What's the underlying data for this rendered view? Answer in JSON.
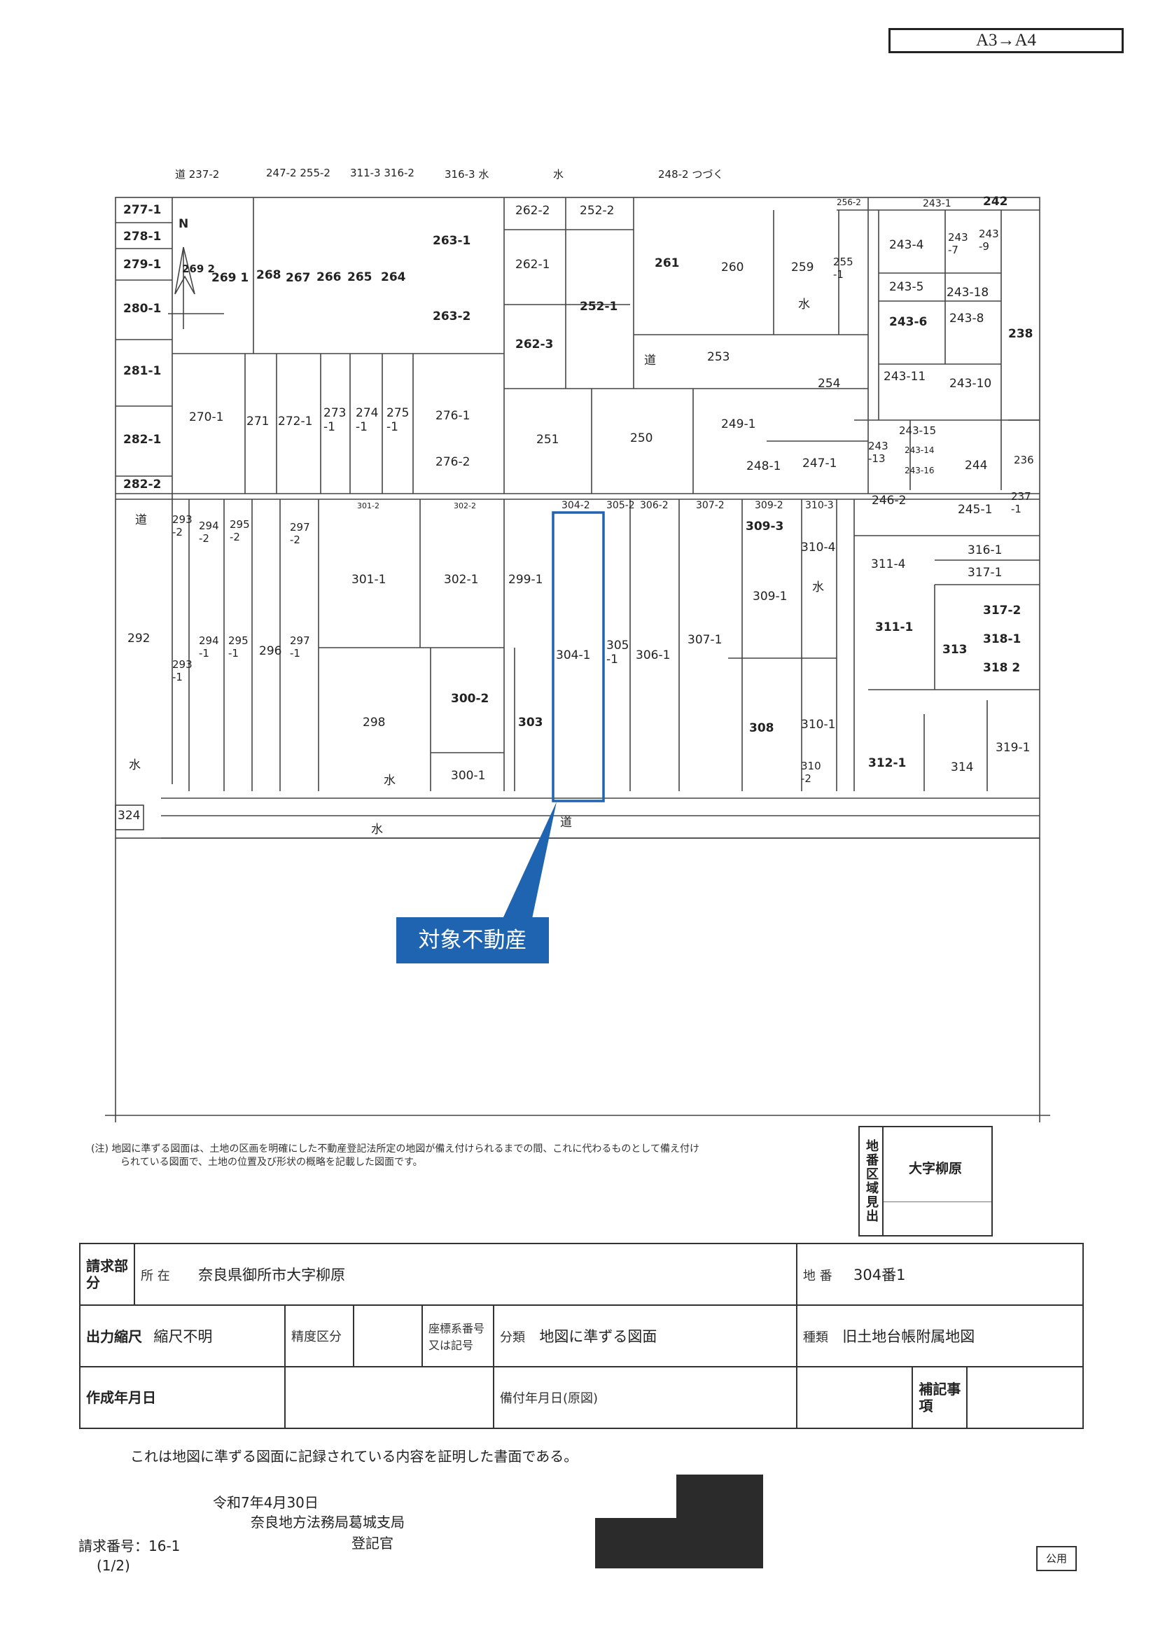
{
  "header": {
    "scale_note": "A3→A4"
  },
  "map": {
    "north_label": "N",
    "subject_label": "対象不動産",
    "top_strip": [
      "道 237-2",
      "247-2 255-2",
      "311-3 316-2",
      "316-3 水",
      "水",
      "248-2 つづく"
    ],
    "parcels": [
      "277-1",
      "278-1",
      "279-1",
      "280-1",
      "281-1",
      "282-1",
      "282-2",
      "269 2",
      "269 1",
      "268",
      "267",
      "266",
      "265",
      "264",
      "263-1",
      "263-2",
      "262-2",
      "262-1",
      "262-3",
      "252-2",
      "252-1",
      "261",
      "260",
      "259",
      "255 -1",
      "256-2",
      "243-1",
      "242",
      "243-4",
      "243 -7",
      "243 -9",
      "243-5",
      "243-18",
      "243-6",
      "243-8",
      "238",
      "253",
      "254",
      "243-11",
      "243-10",
      "270-1",
      "271",
      "272-1",
      "273 -1",
      "274 -1",
      "275 -1",
      "276-1",
      "276-2",
      "251",
      "250",
      "249-1",
      "248-1",
      "247-1",
      "243-15",
      "243-14",
      "243 -13",
      "243-16",
      "244",
      "236",
      "246-2",
      "245-1",
      "237 -1",
      "293 -2",
      "294 -2",
      "295 -2",
      "297 -2",
      "301-1",
      "302-1",
      "299-1",
      "304-1",
      "305 -1",
      "306-1",
      "307-1",
      "309-3",
      "310-4",
      "309-1",
      "311-4",
      "316-1",
      "317-1",
      "317-2",
      "318-1",
      "318 2",
      "311-1",
      "313",
      "292",
      "294 -1",
      "295 -1",
      "296",
      "297 -1",
      "293 -1",
      "298",
      "300-2",
      "303",
      "300-1",
      "308",
      "310-1",
      "310 -2",
      "312-1",
      "314",
      "319-1",
      "324",
      "301-2",
      "302-2",
      "304-2",
      "305-2",
      "306-2",
      "307-2",
      "309-2",
      "310-3"
    ],
    "road_labels": [
      "道",
      "道",
      "道"
    ],
    "water_labels": [
      "水",
      "水",
      "水",
      "水",
      "水"
    ]
  },
  "note": {
    "text1": "(注) 地図に準ずる図面は、土地の区画を明確にした不動産登記法所定の地図が備え付けられるまでの間、これに代わるものとして備え付け",
    "text2": "られている図面で、土地の位置及び形状の概略を記載した図面です。"
  },
  "legend": {
    "key": "地番区域見出",
    "value": "大字柳原"
  },
  "info_table": {
    "request_label": "請求部分",
    "location_label": "所 在",
    "location_value": "奈良県御所市大字柳原",
    "lot_label": "地 番",
    "lot_value": "304番1",
    "output_scale_label": "出力縮尺",
    "output_scale_value": "縮尺不明",
    "accuracy_label": "精度区分",
    "coord_label": "座標系番号又は記号",
    "category_label": "分類",
    "category_value": "地図に準ずる図面",
    "type_label": "種類",
    "type_value": "旧土地台帳附属地図",
    "created_label": "作成年月日",
    "attached_label": "備付年月日(原図)",
    "remarks_label": "補記事項"
  },
  "certification": "これは地図に準ずる図面に記録されている内容を証明した書面である。",
  "issue": {
    "date": "令和7年4月30日",
    "office": "奈良地方法務局葛城支局",
    "registrar": "登記官",
    "request_no": "請求番号：16-1",
    "page": "(1/2)",
    "stamp": "公用"
  }
}
